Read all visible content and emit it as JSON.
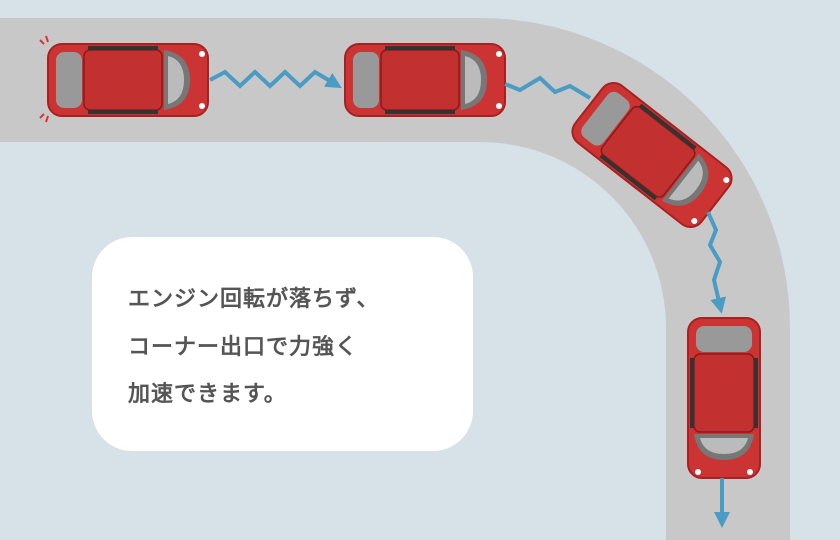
{
  "callout": {
    "lines": [
      "エンジン回転が落ちず、",
      "コーナー出口で力強く",
      "加速できます。"
    ]
  },
  "colors": {
    "background": "#d6e1e8",
    "road": "#c8c8c8",
    "car_body": "#cc3333",
    "arrow": "#4a9cc4",
    "text": "#555555"
  }
}
